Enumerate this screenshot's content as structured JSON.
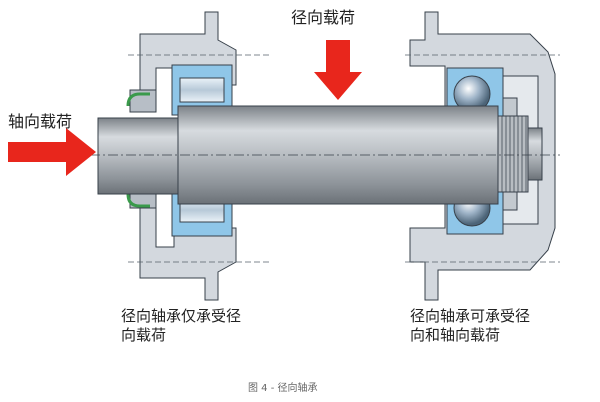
{
  "labels": {
    "radial_load": "径向载荷",
    "axial_load": "轴向载荷",
    "left_bearing": "径向轴承仅承受径\n向载荷",
    "right_bearing": "径向轴承可承受径\n向和轴向载荷"
  },
  "caption": "图 4 - 径向轴承",
  "colors": {
    "arrow": "#e8261c",
    "housing": "#d3d8de",
    "housing_dark": "#b7bec6",
    "outline": "#37404a",
    "shaft": "#a7adb3",
    "bearing_ring": "#8fc6e8",
    "seal_green": "#3a9a4b",
    "bearing_roller": "#c9dcec"
  },
  "icons": [
    "arrow-down-icon",
    "arrow-right-icon"
  ]
}
